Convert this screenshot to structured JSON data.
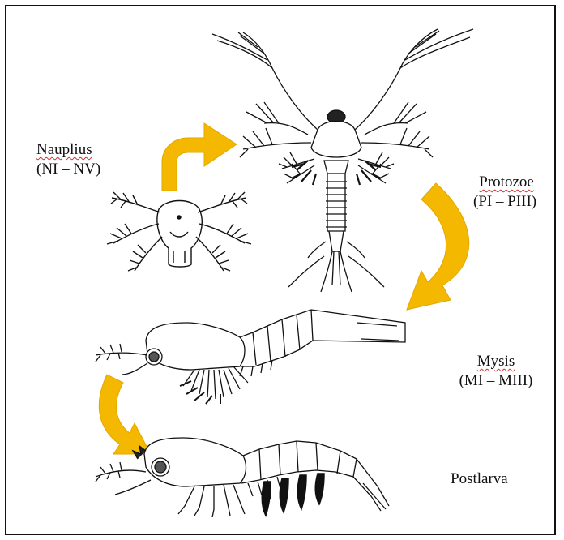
{
  "stages": [
    {
      "name": "Nauplius",
      "range": "(NI – NV)"
    },
    {
      "name": "Protozoe",
      "range": "(PI – PIII)"
    },
    {
      "name": "Mysis",
      "range": "(MI – MIII)"
    },
    {
      "name": "Postlarva",
      "range": ""
    }
  ],
  "colors": {
    "arrow": "#F5B800",
    "line": "#111111",
    "border": "#111111",
    "spellcheck": "#cc3333"
  }
}
